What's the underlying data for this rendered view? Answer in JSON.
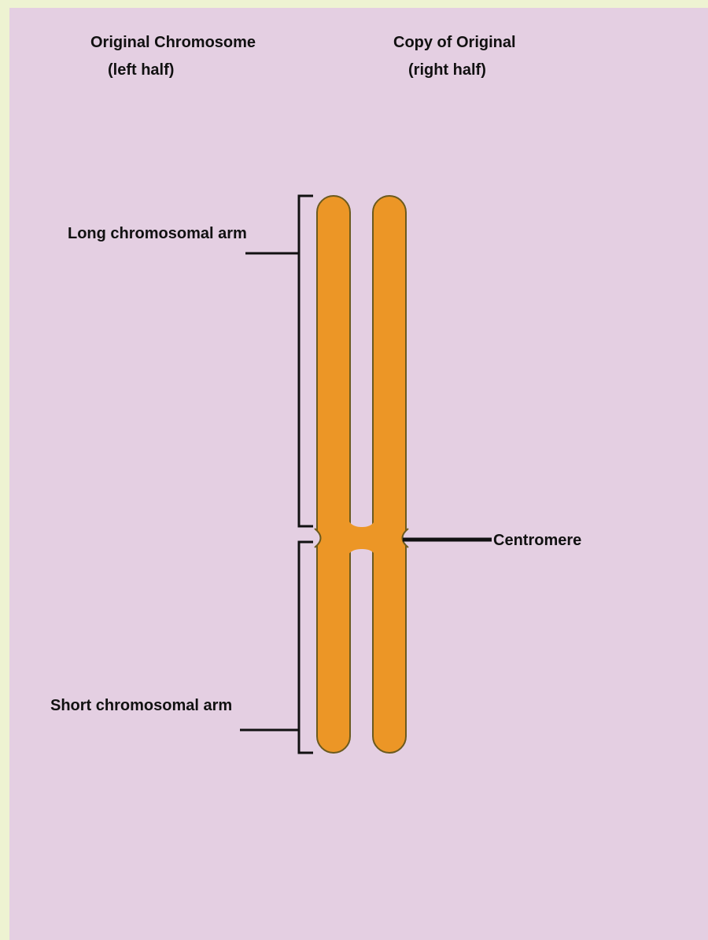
{
  "header": {
    "left_title": "Original Chromosome",
    "left_subtitle": "(left half)",
    "right_title": "Copy of Original",
    "right_subtitle": "(right half)"
  },
  "labels": {
    "long_arm": "Long chromosomal arm",
    "short_arm": "Short chromosomal arm",
    "centromere": "Centromere"
  },
  "colors": {
    "background_border": "#eef3d2",
    "panel": "#e4cfe2",
    "chromatid_fill": "#ec9626",
    "chromatid_outline": "#6b5a1e",
    "line": "#111111"
  }
}
